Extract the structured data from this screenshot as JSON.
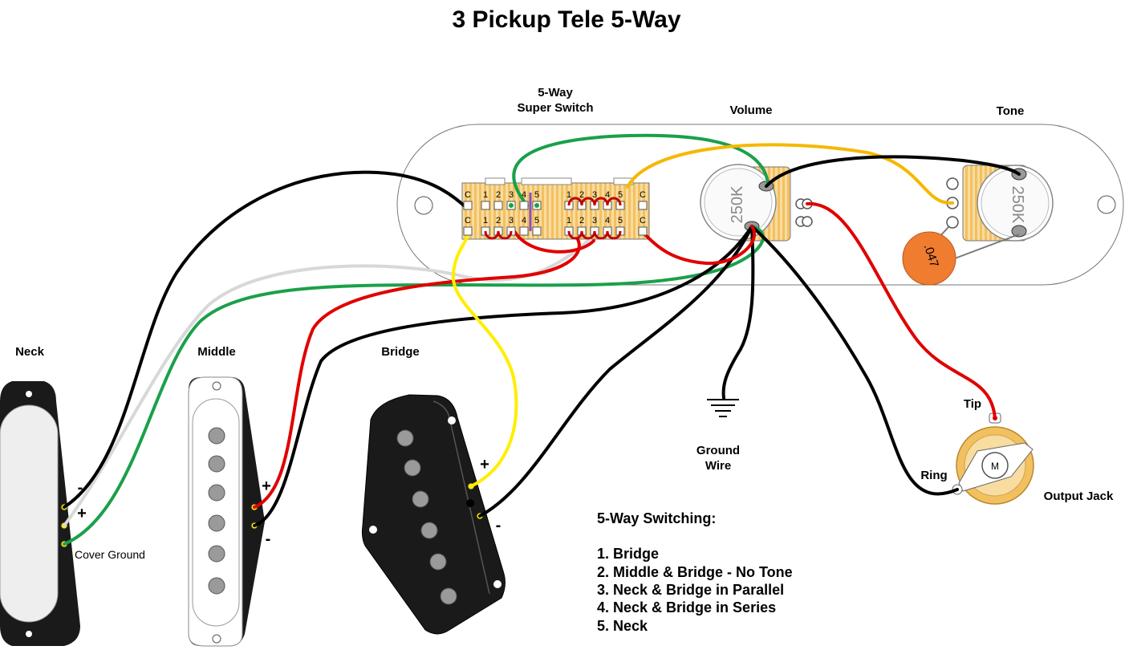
{
  "title": "3 Pickup Tele 5-Way",
  "components": {
    "switch_label_line1": "5-Way",
    "switch_label_line2": "Super Switch",
    "volume_label": "Volume",
    "tone_label": "Tone",
    "volume_pot_value": "250K",
    "tone_pot_value": "250K",
    "capacitor_value": ".047",
    "ground_wire_line1": "Ground",
    "ground_wire_line2": "Wire",
    "tip_label": "Tip",
    "ring_label": "Ring",
    "output_jack_label": "Output Jack",
    "jack_center_mark": "M"
  },
  "switch_terminals": {
    "top_row": [
      "C",
      "1",
      "2",
      "3",
      "4",
      "5",
      "1",
      "2",
      "3",
      "4",
      "5",
      "C"
    ],
    "bottom_row": [
      "C",
      "1",
      "2",
      "3",
      "4",
      "5",
      "1",
      "2",
      "3",
      "4",
      "5",
      "C"
    ]
  },
  "pickups": {
    "neck": {
      "label": "Neck",
      "minus": "-",
      "plus": "+",
      "cover_ground": "Cover Ground"
    },
    "middle": {
      "label": "Middle",
      "plus": "+",
      "minus": "-"
    },
    "bridge": {
      "label": "Bridge",
      "plus": "+",
      "minus": "-"
    }
  },
  "switching": {
    "heading": "5-Way Switching:",
    "positions": [
      "1. Bridge",
      "2. Middle & Bridge - No Tone",
      "3. Neck & Bridge in Parallel",
      "4. Neck & Bridge in Series",
      "5. Neck"
    ]
  },
  "colors": {
    "hot_wire": "#e00000",
    "ground_wire": "#000000",
    "green_wire": "#1aa04a",
    "white_wire": "#d8d8d8",
    "yellow_wire": "#ffee00",
    "orange_wire": "#f5b800",
    "pot_body": "#f0a830",
    "capacitor": "#f07c30",
    "pickup_black": "#1a1a1a"
  }
}
